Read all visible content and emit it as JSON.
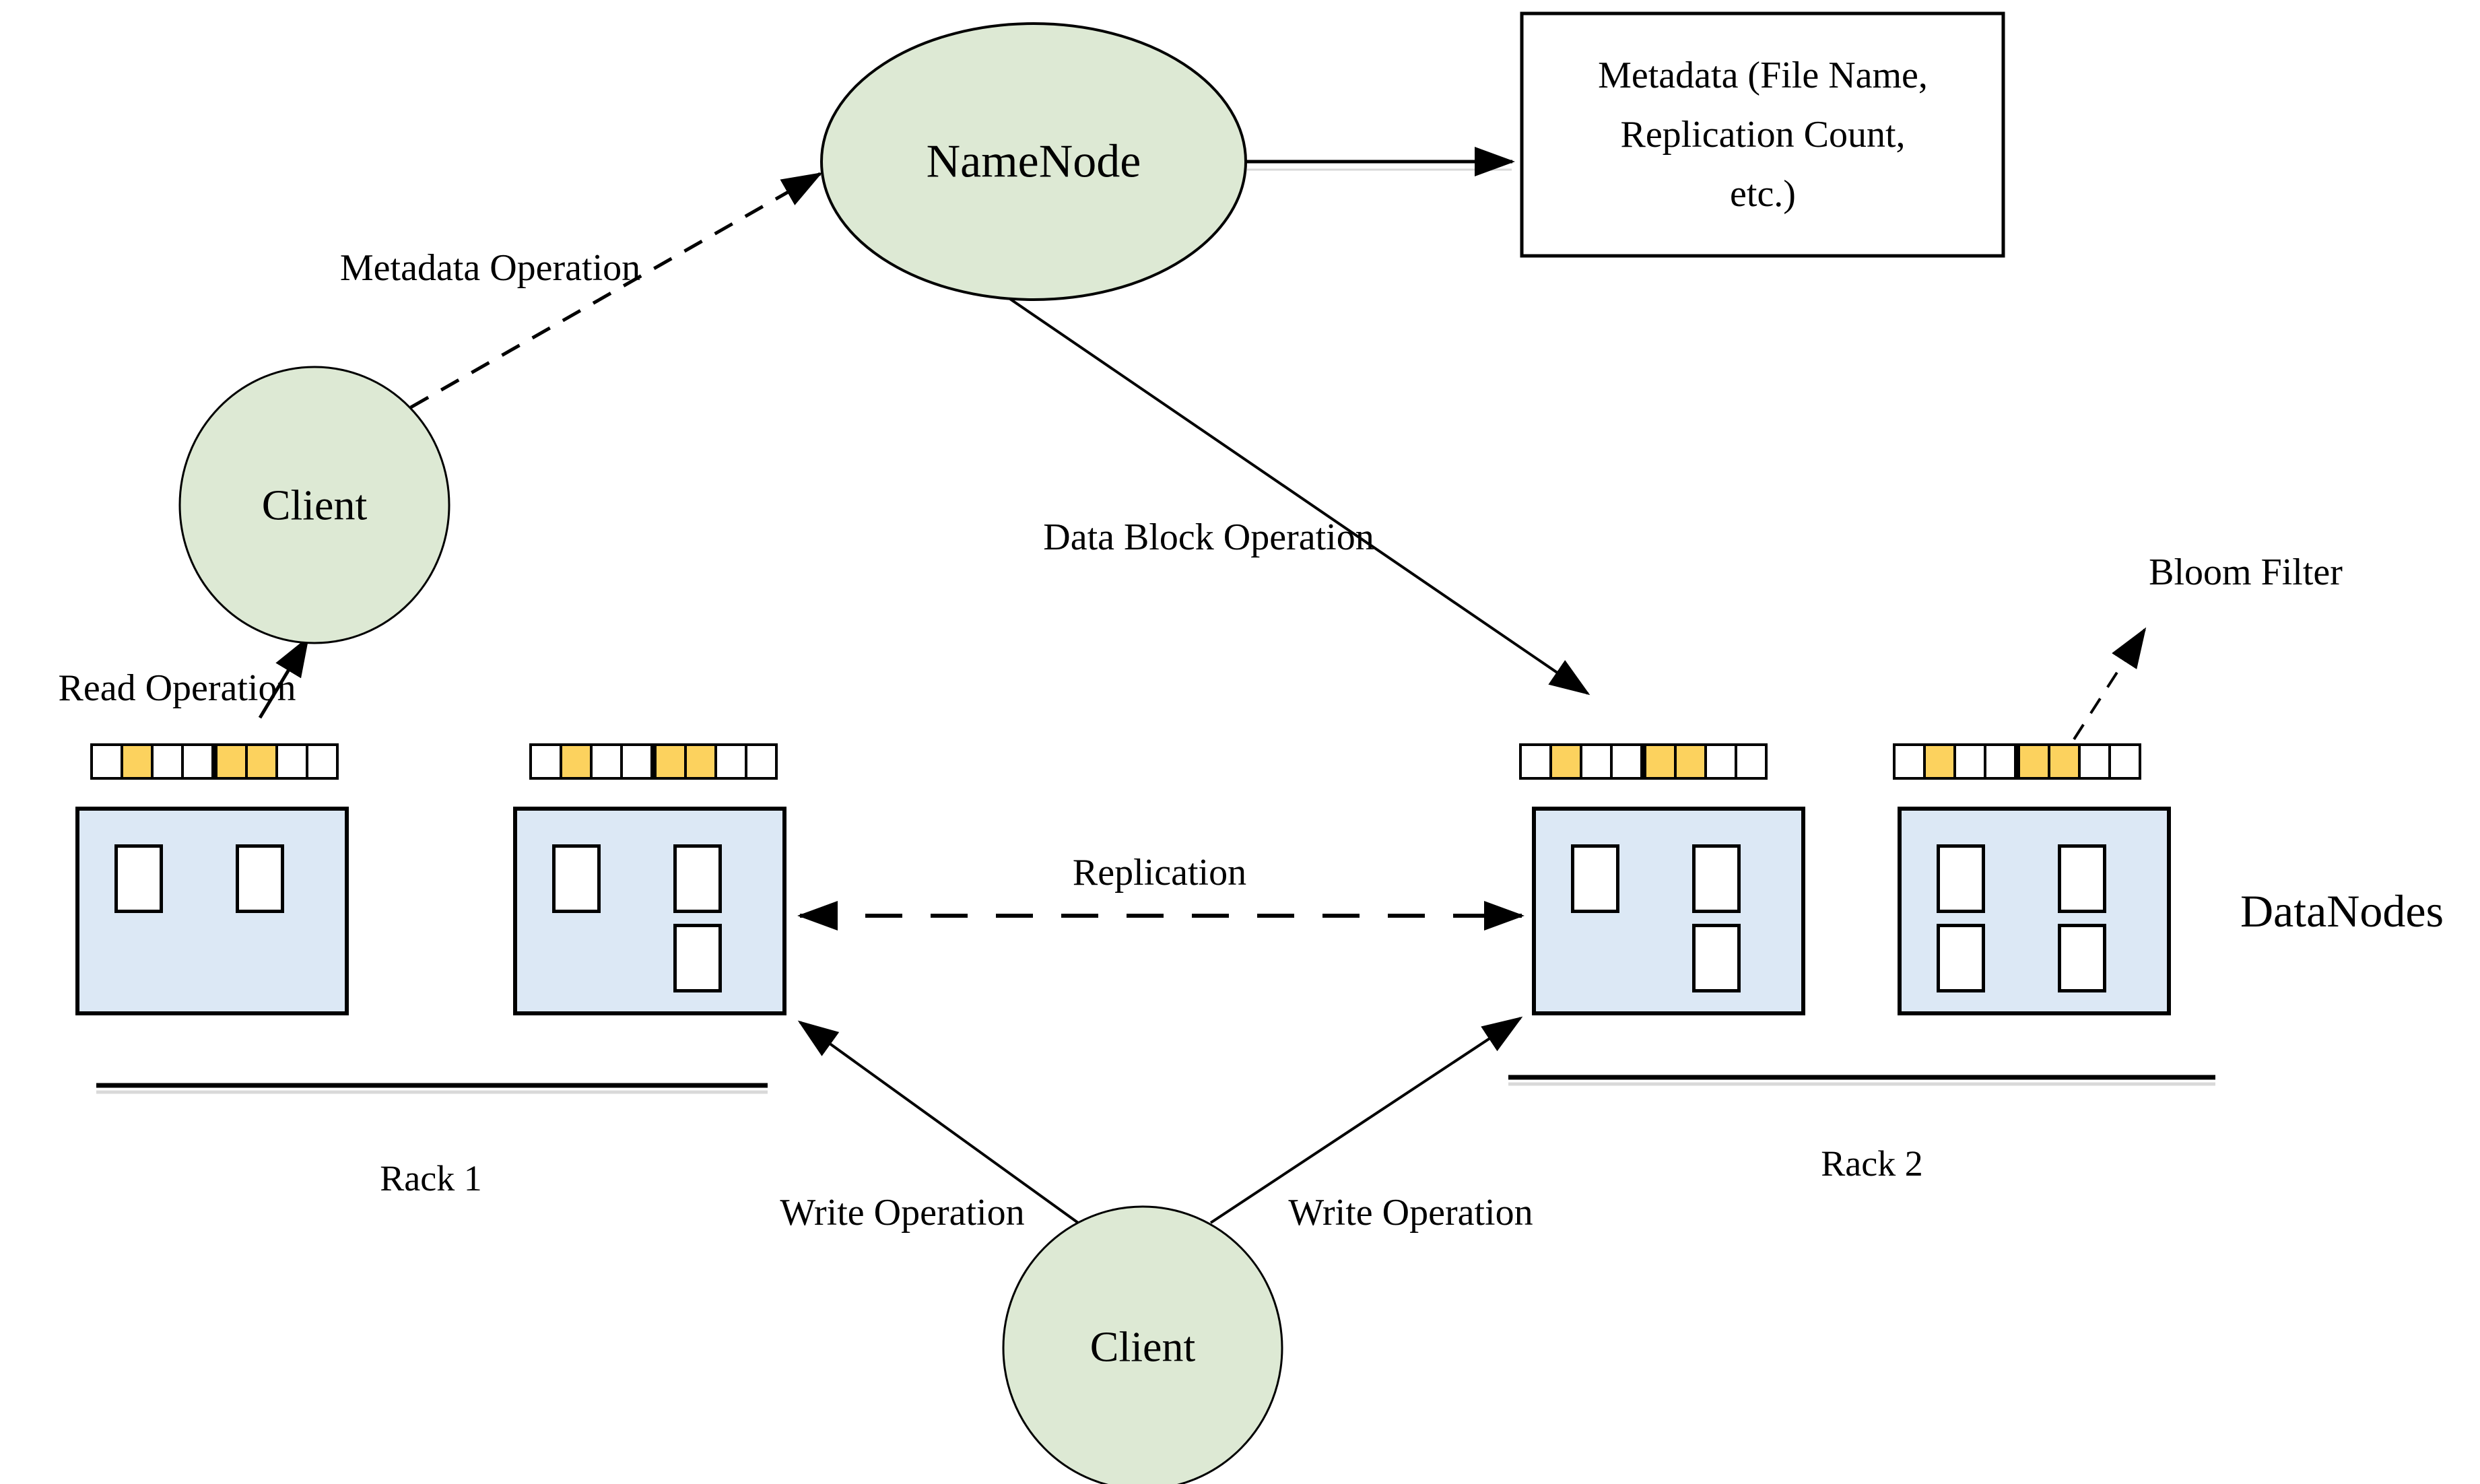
{
  "colors": {
    "node_fill": "#dde9d4",
    "datanode_fill": "#dce8f5",
    "bloom_bit_filled": "#fcd25e",
    "line": "#000000",
    "background": "#ffffff"
  },
  "namenode": {
    "label": "NameNode"
  },
  "metadata_box": {
    "lines": [
      "Metadata (File Name,",
      "Replication Count,",
      "etc.)"
    ]
  },
  "clients": {
    "top_left": {
      "label": "Client"
    },
    "bottom": {
      "label": "Client"
    }
  },
  "labels": {
    "metadata_operation": "Metadata Operation",
    "data_block_operation": "Data Block Operation",
    "read_operation": "Read Operation",
    "replication": "Replication",
    "write_operation_left": "Write Operation",
    "write_operation_right": "Write Operation",
    "bloom_filter": "Bloom Filter",
    "datanodes": "DataNodes"
  },
  "racks": [
    {
      "label": "Rack 1",
      "datanodes": [
        {
          "bitmap": [
            0,
            1,
            0,
            0,
            1,
            1,
            0,
            0
          ],
          "blocks": [
            "tl",
            "tr"
          ]
        },
        {
          "bitmap": [
            0,
            1,
            0,
            0,
            1,
            1,
            0,
            0
          ],
          "blocks": [
            "tl",
            "tr",
            "br"
          ]
        }
      ]
    },
    {
      "label": "Rack 2",
      "datanodes": [
        {
          "bitmap": [
            0,
            1,
            0,
            0,
            1,
            1,
            0,
            0
          ],
          "blocks": [
            "tl",
            "tr",
            "br"
          ]
        },
        {
          "bitmap": [
            0,
            1,
            0,
            0,
            1,
            1,
            0,
            0
          ],
          "blocks": [
            "tl",
            "tr",
            "bl",
            "br"
          ]
        }
      ]
    }
  ]
}
